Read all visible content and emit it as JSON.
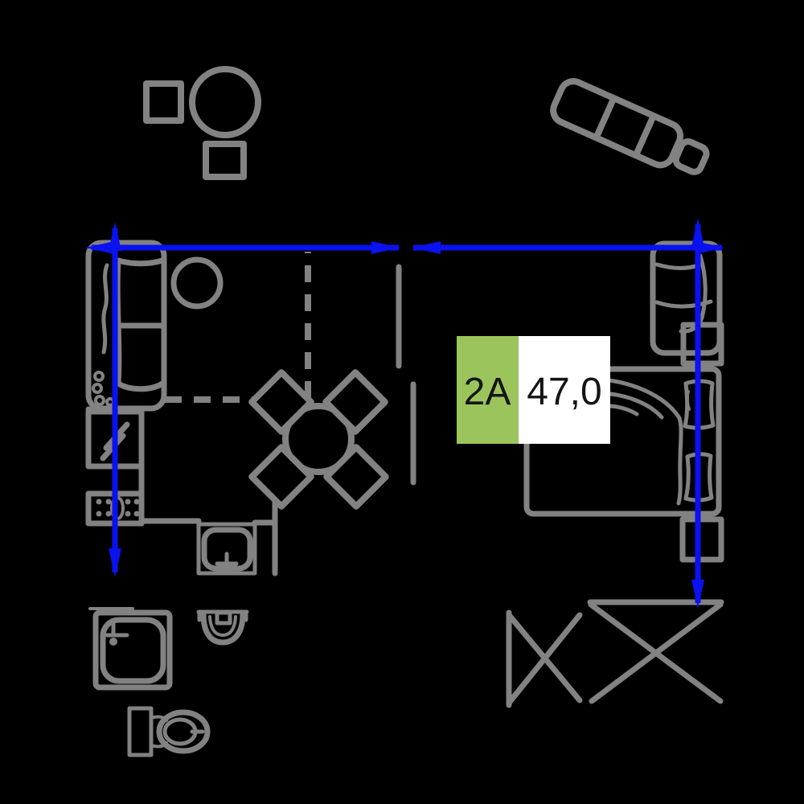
{
  "scene": {
    "type": "apartment-floor-plan",
    "description": "Black-background studio apartment plan with gray furniture outlines, blue dimension arrows and a unit label"
  },
  "unit_label": {
    "code": "2A",
    "area": "47,0"
  },
  "colors": {
    "background": "#000000",
    "furniture_gray": "#828282",
    "dimension_blue": "#0a12f0",
    "label_green": "#9cc45c",
    "label_white": "#ffffff",
    "label_text": "#141414"
  },
  "furniture": [
    {
      "name": "sofa",
      "location": "top-left along left wall"
    },
    {
      "name": "side-table",
      "location": "right of sofa"
    },
    {
      "name": "dining-table-round",
      "location": "center"
    },
    {
      "name": "dining-chairs",
      "count": 4,
      "location": "around dining table"
    },
    {
      "name": "kitchen-cabinet-hatched",
      "location": "left wall"
    },
    {
      "name": "stove-4-burner",
      "location": "left wall below cabinet"
    },
    {
      "name": "kitchen-sink",
      "location": "bottom of kitchen counter"
    },
    {
      "name": "bed-double",
      "location": "right side"
    },
    {
      "name": "pillows",
      "count": 2,
      "location": "right edge of bed"
    },
    {
      "name": "nightstand",
      "count": 2,
      "location": "above and below bed"
    },
    {
      "name": "armchair",
      "location": "top-right corner of room"
    },
    {
      "name": "chaise-lounge-rotated",
      "location": "outside plan, top-right"
    },
    {
      "name": "stool-table-set",
      "location": "outside plan, top-left"
    },
    {
      "name": "shower-tray",
      "location": "bottom-left bathroom"
    },
    {
      "name": "washbasin",
      "location": "bottom-left bathroom"
    },
    {
      "name": "toilet",
      "location": "bottom-left bathroom"
    },
    {
      "name": "vent-shaft-symbols",
      "count": 2,
      "location": "bottom-right"
    }
  ],
  "dimension_arrows": [
    {
      "orientation": "horizontal",
      "along": "top wall, left span"
    },
    {
      "orientation": "horizontal",
      "along": "top wall, right span"
    },
    {
      "orientation": "vertical",
      "along": "left wall"
    },
    {
      "orientation": "vertical",
      "along": "right wall"
    }
  ],
  "walls": {
    "dashed_partition": "L-shaped dashed line around living area",
    "solid_segments": 2
  }
}
